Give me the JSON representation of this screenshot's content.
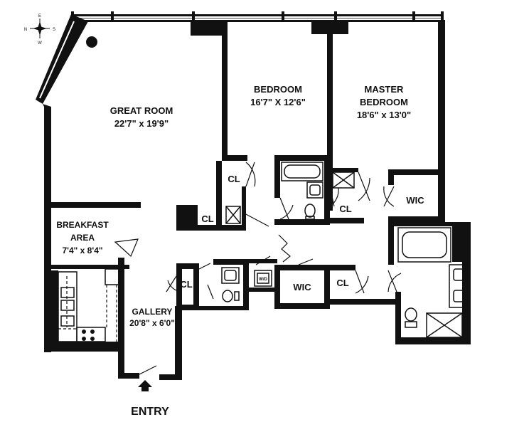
{
  "compass": {
    "n": "N",
    "s": "S",
    "e": "E",
    "w": "W"
  },
  "rooms": {
    "great_room": {
      "name": "GREAT ROOM",
      "dims": "22'7\" x 19'9\""
    },
    "bedroom": {
      "name": "BEDROOM",
      "dims": "16'7\" X 12'6\""
    },
    "master_bedroom": {
      "name_line1": "MASTER",
      "name_line2": "BEDROOM",
      "dims": "18'6\" x 13'0\""
    },
    "breakfast_area": {
      "name_line1": "BREAKFAST",
      "name_line2": "AREA",
      "dims": "7'4\" x 8'4\""
    },
    "gallery": {
      "name": "GALLERY",
      "dims": "20'8\" x 6'0\""
    }
  },
  "closets": {
    "cl_bedroom_upper": "CL",
    "cl_bedroom_lower": "CL",
    "cl_master": "CL",
    "cl_gallery": "CL",
    "cl_hall": "CL",
    "wic_master": "WIC",
    "wic_hall": "WIC"
  },
  "fixtures": {
    "washer_dryer": "W/D"
  },
  "entry_label": "ENTRY"
}
